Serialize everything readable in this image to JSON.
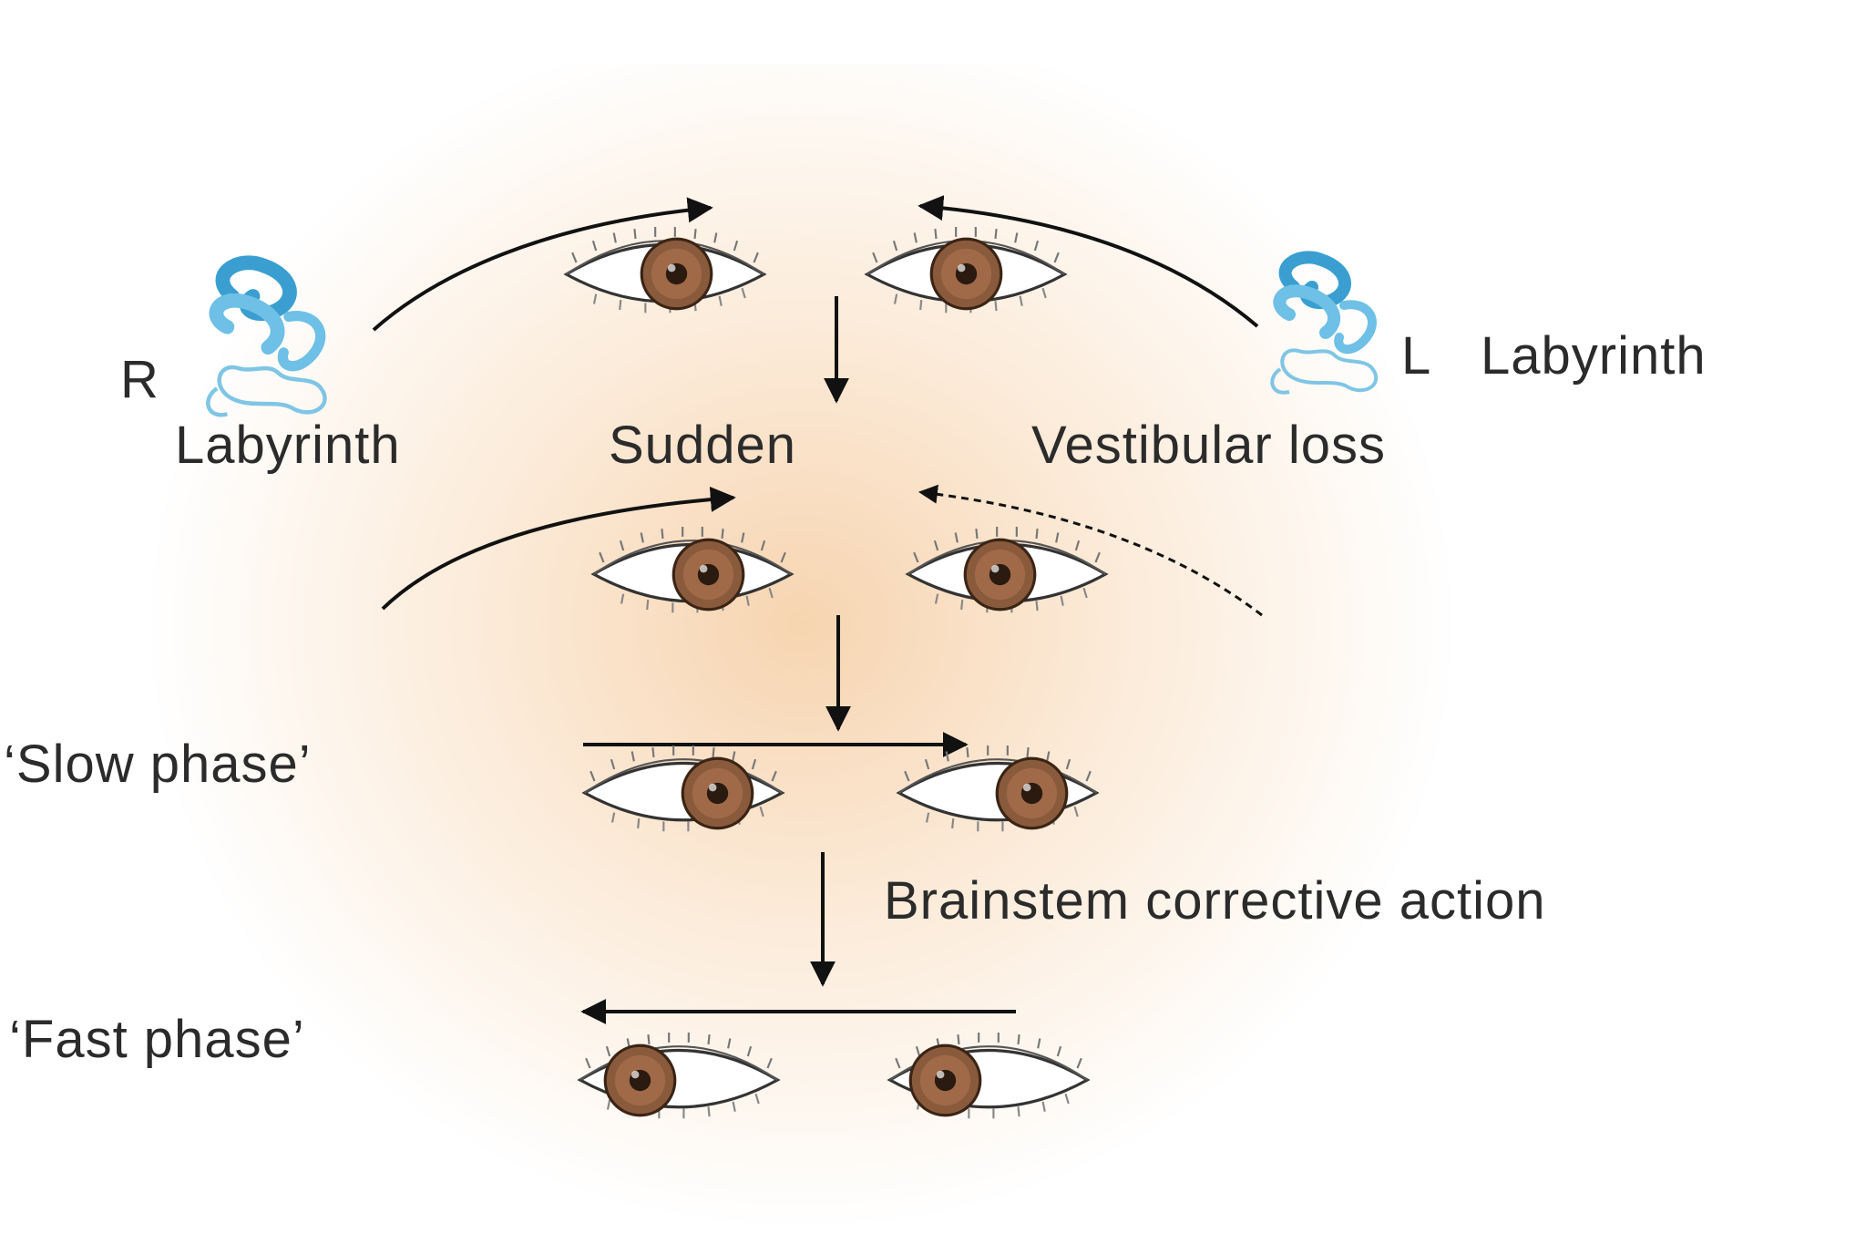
{
  "labels": {
    "r_side": "R",
    "r_labyrinth": "Labyrinth",
    "l_side": "L",
    "l_labyrinth": "Labyrinth",
    "sudden": "Sudden",
    "vestibular_loss": "Vestibular loss",
    "slow_phase": "‘Slow phase’",
    "brainstem": "Brainstem corrective action",
    "fast_phase": "‘Fast phase’"
  },
  "colors": {
    "labyrinth_fill": "#6ec0e6",
    "labyrinth_stroke": "#3a9fd0",
    "iris": "#8a5a3c",
    "arrow": "#111111",
    "text": "#2b2b2b"
  }
}
